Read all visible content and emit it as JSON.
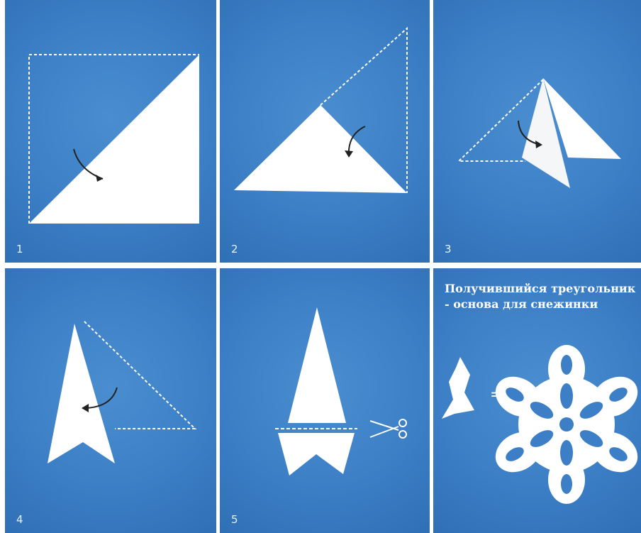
{
  "panels": [
    {
      "number": "1"
    },
    {
      "number": "2"
    },
    {
      "number": "3"
    },
    {
      "number": "4"
    },
    {
      "number": "5"
    }
  ],
  "final_panel": {
    "caption": "Получившийся треугольник - основа для снежинки",
    "equals": "="
  },
  "colors": {
    "background": "#3c7fc6",
    "paper": "#ffffff"
  },
  "icons": [
    "fold-arrow-icon",
    "scissors-icon",
    "snowflake-icon"
  ]
}
